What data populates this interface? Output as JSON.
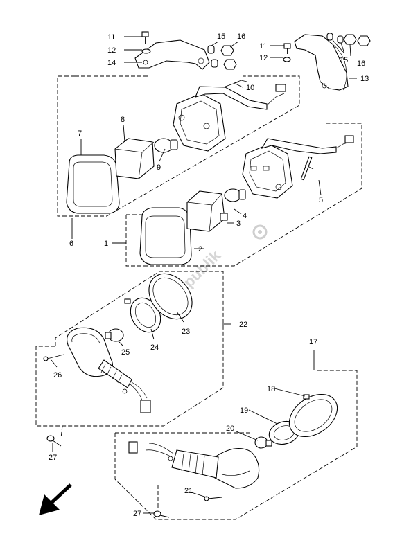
{
  "diagram": {
    "watermark": "PartsRepublik",
    "callouts": {
      "c1": "1",
      "c2": "2",
      "c3": "3",
      "c4": "4",
      "c5": "5",
      "c6": "6",
      "c7": "7",
      "c8": "8",
      "c9": "9",
      "c10": "10",
      "c11a": "11",
      "c11b": "11",
      "c12a": "12",
      "c12b": "12",
      "c13": "13",
      "c14": "14",
      "c15a": "15",
      "c15b": "15",
      "c16a": "16",
      "c16b": "16",
      "c17": "17",
      "c18": "18",
      "c19": "19",
      "c20": "20",
      "c21": "21",
      "c22": "22",
      "c23": "23",
      "c24": "24",
      "c25": "25",
      "c26": "26",
      "c27a": "27",
      "c27b": "27"
    },
    "icons": {
      "orientation": "front-arrow-icon",
      "watermark_logo": "gear-icon"
    }
  }
}
